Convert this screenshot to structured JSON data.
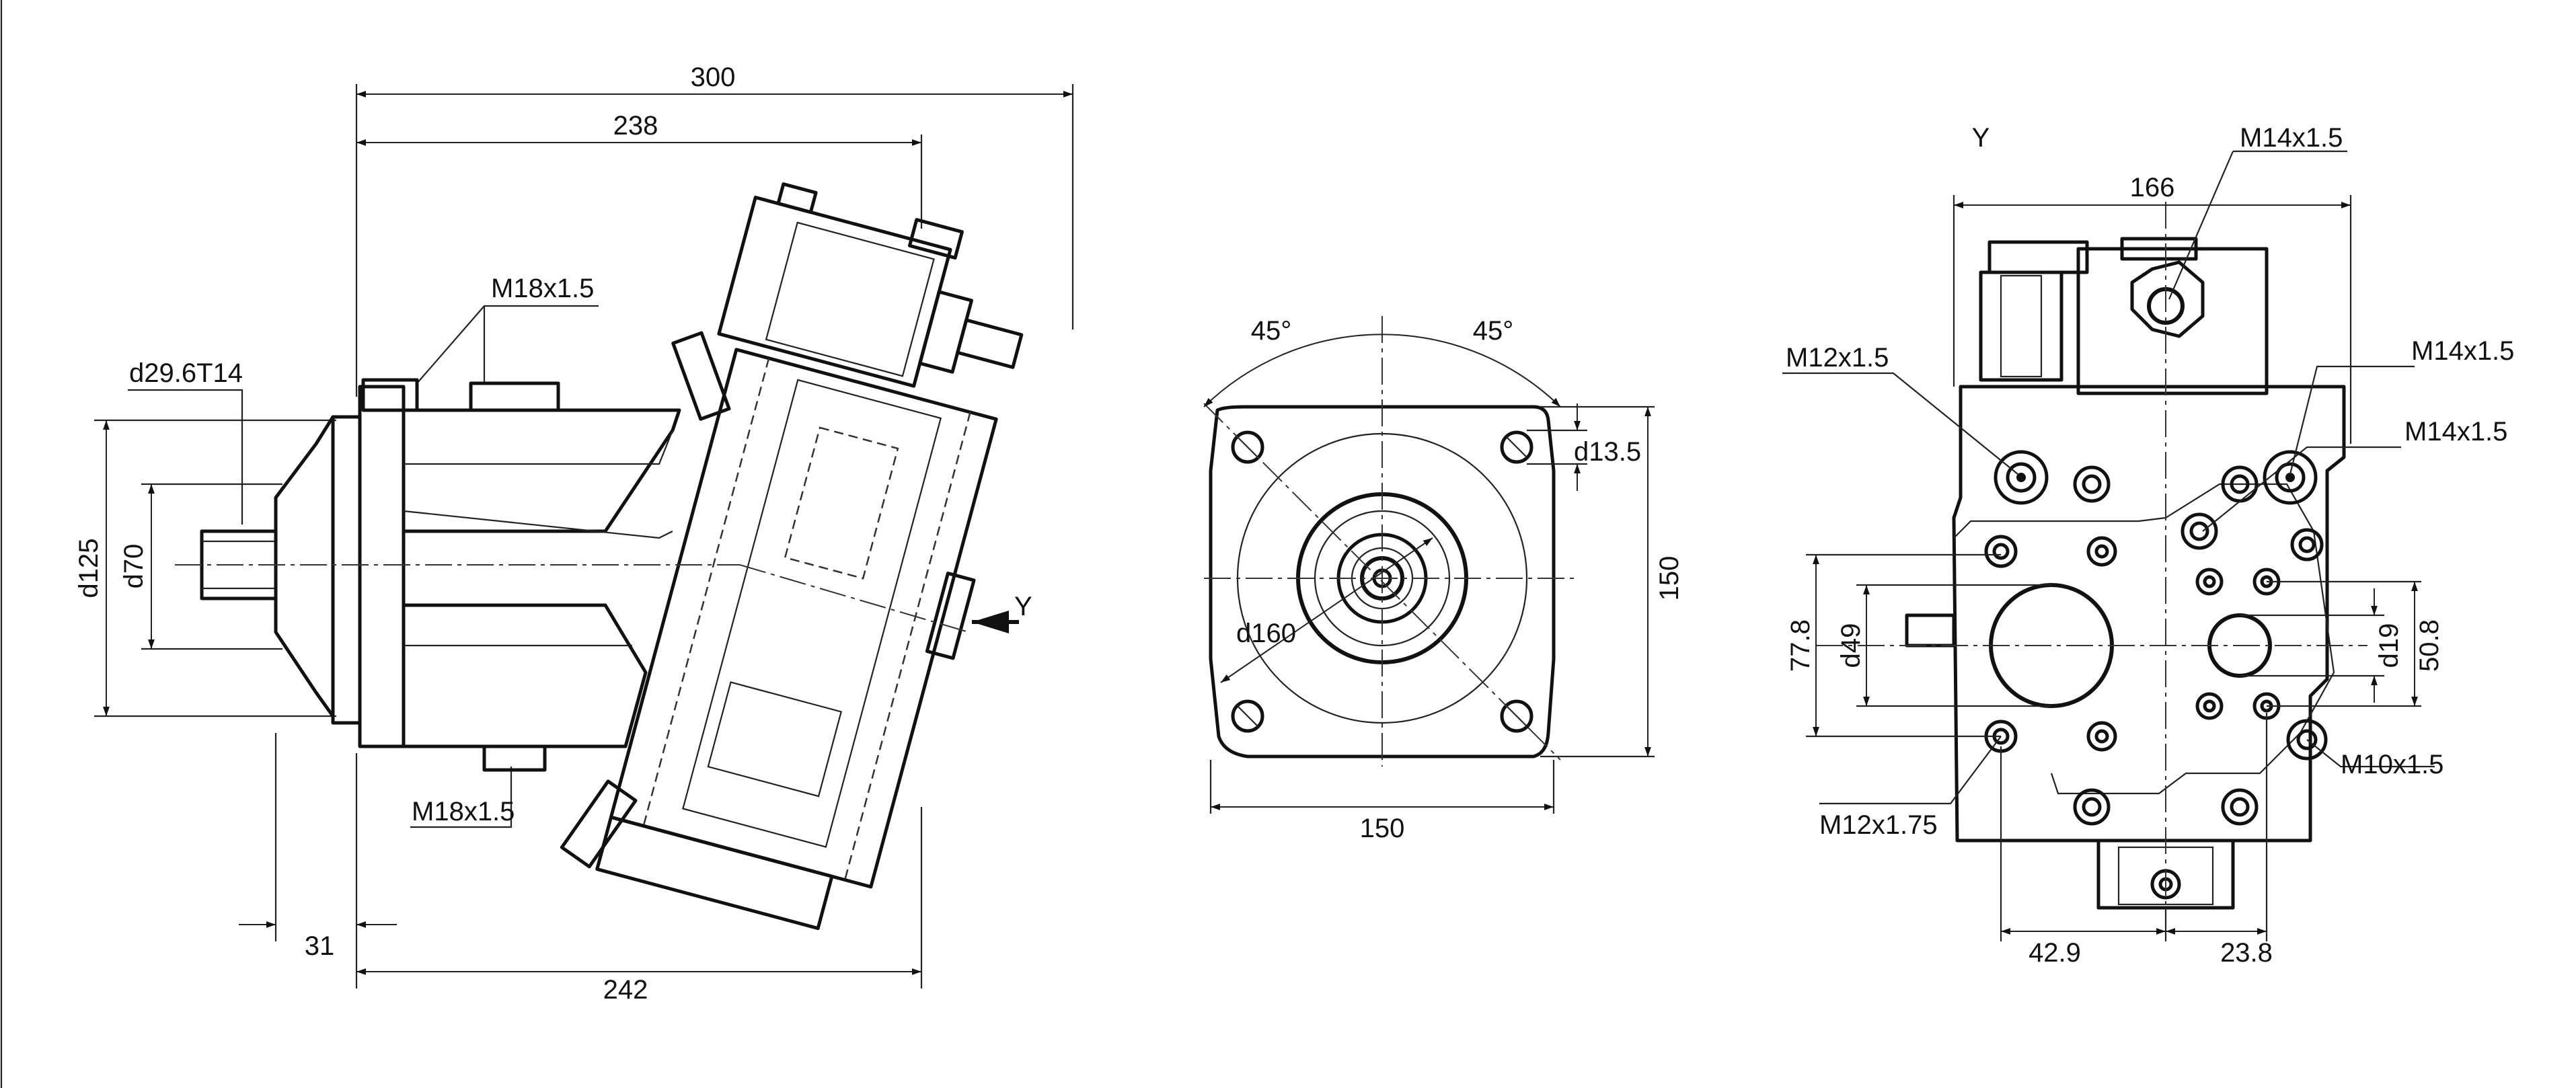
{
  "side_view": {
    "dim_overall_length": "300",
    "dim_housing_length": "238",
    "dim_flange_to_end": "242",
    "dim_shaft_offset": "31",
    "port_top": "M18x1.5",
    "port_bottom": "M18x1.5",
    "shaft_spline": "d29.6T14",
    "dim_flange_dia": "d125",
    "dim_pilot_dia": "d70",
    "view_marker": "Y"
  },
  "front_view": {
    "angle_left": "45°",
    "angle_right": "45°",
    "dim_hole_dia": "d13.5",
    "dim_height": "150",
    "dim_width": "150",
    "dim_bolt_circle": "d160"
  },
  "rear_view": {
    "view_label": "Y",
    "dim_width": "166",
    "port_m14_top": "M14x1.5",
    "port_m12_left": "M12x1.5",
    "port_m14_right_1": "M14x1.5",
    "port_m14_right_2": "M14x1.5",
    "dim_height_1": "77.8",
    "dim_port_dia": "d49",
    "dim_port_small_dia": "d19",
    "dim_height_2": "50.8",
    "port_m12_bottom": "M12x1.75",
    "port_m10": "M10x1.5",
    "dim_offset_1": "42.9",
    "dim_offset_2": "23.8"
  }
}
